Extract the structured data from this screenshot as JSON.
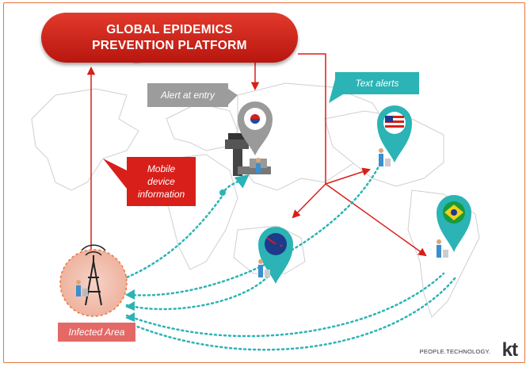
{
  "title": {
    "line1": "GLOBAL EPIDEMICS",
    "line2": "PREVENTION PLATFORM"
  },
  "callouts": {
    "alert_at_entry": "Alert at entry",
    "text_alerts": "Text alerts",
    "mobile_info_line1": "Mobile",
    "mobile_info_line2": "device",
    "mobile_info_line3": "information",
    "infected_area": "Infected Area"
  },
  "branding": {
    "tagline": "PEOPLE.TECHNOLOGY.",
    "logo": "kt"
  },
  "markers": [
    "south-korea-flag-pin",
    "usa-flag-pin",
    "new-zealand-flag-pin",
    "brazil-flag-pin"
  ],
  "colors": {
    "accent_red": "#d81f1a",
    "teal": "#2bb3b5",
    "map_outline": "#cfcfcf",
    "frame": "#e8733a"
  }
}
